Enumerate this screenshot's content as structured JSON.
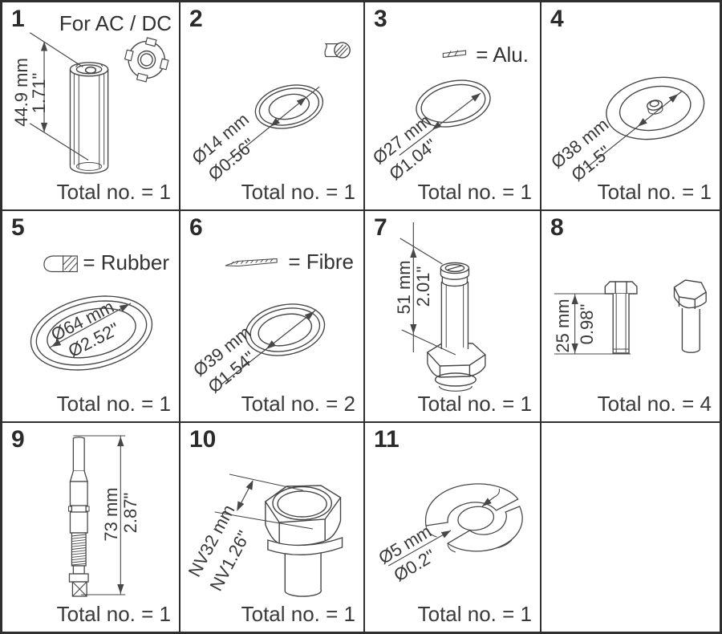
{
  "parts": [
    {
      "number": "1",
      "legend": "For AC / DC",
      "dim_mm": "44.9 mm",
      "dim_in": "1.71\"",
      "total": "Total no. = 1"
    },
    {
      "number": "2",
      "dim_mm": "Ø14 mm",
      "dim_in": "Ø0.56\"",
      "total": "Total no. = 1"
    },
    {
      "number": "3",
      "legend": "= Alu.",
      "dim_mm": "Ø27 mm",
      "dim_in": "Ø1.04\"",
      "total": "Total no. = 1"
    },
    {
      "number": "4",
      "dim_mm": "Ø38 mm",
      "dim_in": "Ø1.5\"",
      "total": "Total no. = 1"
    },
    {
      "number": "5",
      "legend": "= Rubber",
      "dim_mm": "Ø64 mm",
      "dim_in": "Ø2.52\"",
      "total": "Total no. = 1"
    },
    {
      "number": "6",
      "legend": "= Fibre",
      "dim_mm": "Ø39 mm",
      "dim_in": "Ø1.54\"",
      "total": "Total no. = 2"
    },
    {
      "number": "7",
      "dim_mm": "51 mm",
      "dim_in": "2.01\"",
      "total": "Total no. = 1"
    },
    {
      "number": "8",
      "dim_mm": "25 mm",
      "dim_in": "0.98\"",
      "total": "Total no. = 4"
    },
    {
      "number": "9",
      "dim_mm": "73 mm",
      "dim_in": "2.87\"",
      "total": "Total no. = 1"
    },
    {
      "number": "10",
      "dim_mm": "NV32 mm",
      "dim_in": "NV1.26\"",
      "total": "Total no. = 1"
    },
    {
      "number": "11",
      "dim_mm": "Ø5 mm",
      "dim_in": "Ø0.2\"",
      "total": "Total no. = 1"
    }
  ]
}
